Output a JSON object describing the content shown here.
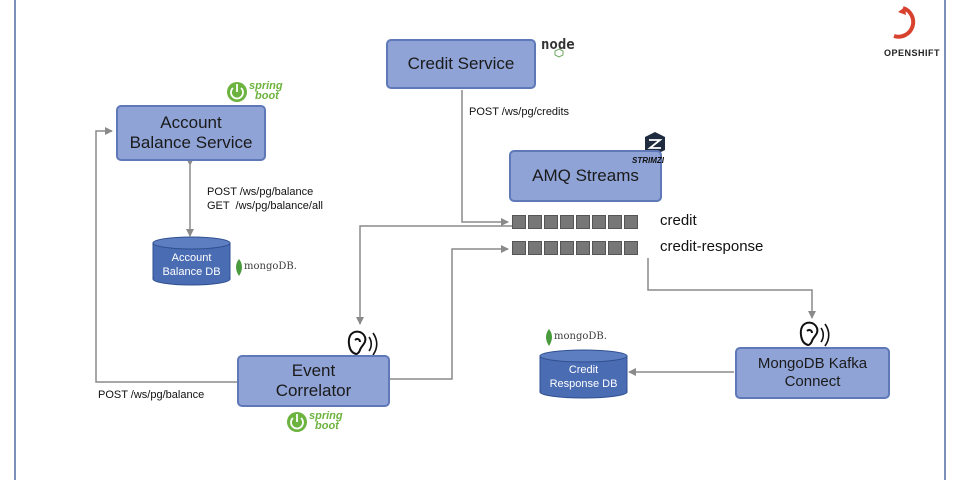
{
  "services": {
    "credit_service": "Credit Service",
    "account_balance_service": [
      "Account",
      "Balance Service"
    ],
    "amq_streams": "AMQ Streams",
    "event_correlator": [
      "Event",
      "Correlator"
    ],
    "mongodb_kafka_connect": [
      "MongoDB Kafka",
      "Connect"
    ]
  },
  "databases": {
    "account_balance_db": [
      "Account",
      "Balance DB"
    ],
    "credit_response_db": [
      "Credit",
      "Response DB"
    ]
  },
  "topics": {
    "credit": "credit",
    "credit_response": "credit-response"
  },
  "edge_labels": {
    "post_credits": "POST /ws/pg/credits",
    "post_balance_top": "POST /ws/pg/balance",
    "get_balance_all": "GET  /ws/pg/balance/all",
    "post_balance_bottom": "POST /ws/pg/balance"
  },
  "logos": {
    "spring": [
      "spring",
      "boot"
    ],
    "mongodb": "mongoDB.",
    "node": "node",
    "strimzi": "STRIMZI",
    "openshift": "OPENSHIFT"
  },
  "colors": {
    "service_fill": "#8fa3d6",
    "service_border": "#5f78b8",
    "db_fill": "#4a6cb3",
    "arrow": "#8a8a8a",
    "queue_cell": "#777777",
    "spring_green": "#6db33f",
    "openshift_red": "#d9412f"
  },
  "queue_cells": 8
}
